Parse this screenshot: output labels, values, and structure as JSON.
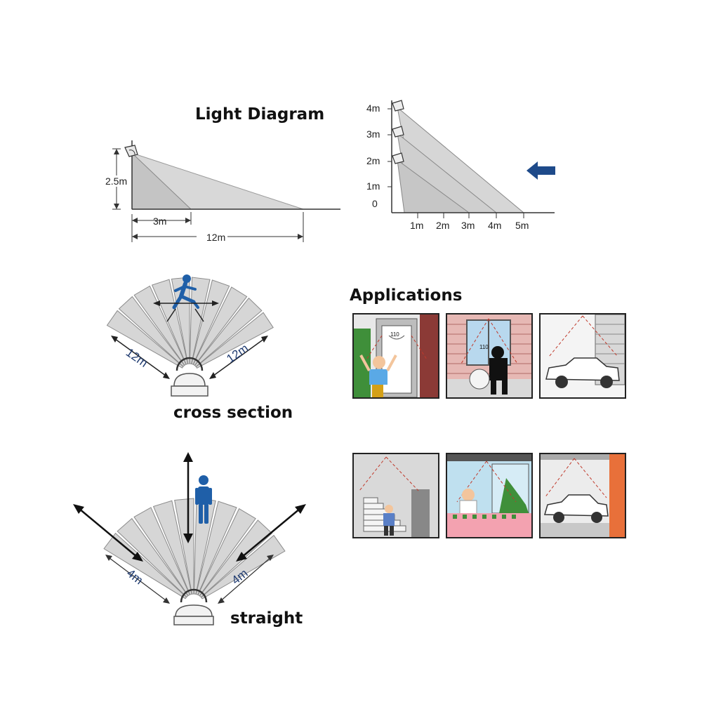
{
  "side_diagram": {
    "title": "Light Diagram",
    "height_label": "2.5m",
    "near_label": "3m",
    "far_label": "12m"
  },
  "height_chart": {
    "y_labels": [
      "4m",
      "3m",
      "2m",
      "1m",
      "0"
    ],
    "x_labels": [
      "1m",
      "2m",
      "3m",
      "4m",
      "5m"
    ]
  },
  "arrow_color": "#1e4a8a",
  "cross_section": {
    "caption": "cross section",
    "left_range": "12m",
    "right_range": "12m"
  },
  "straight": {
    "caption": "straight",
    "left_range": "4m",
    "right_range": "4m"
  },
  "applications": {
    "title": "Applications",
    "panels": [
      {
        "name": "doorway",
        "angle_label": "110"
      },
      {
        "name": "burglar-window",
        "angle_label": "110"
      },
      {
        "name": "garage-car"
      },
      {
        "name": "stairway"
      },
      {
        "name": "balcony-child"
      },
      {
        "name": "carport"
      }
    ]
  }
}
